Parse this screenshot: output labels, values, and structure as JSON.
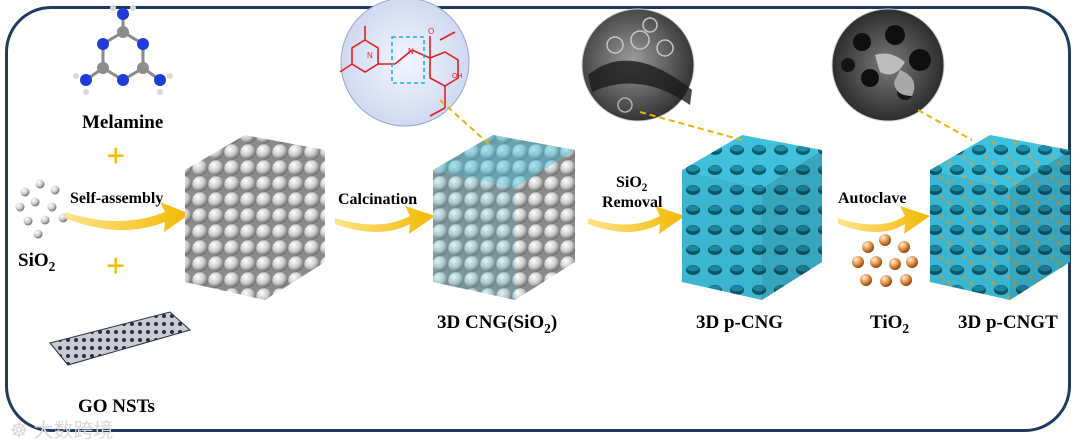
{
  "labels": {
    "melamine": "Melamine",
    "self_assembly": "Self-assembly",
    "sio2_text": "SiO",
    "sio2_sub": "2",
    "go_nsts": "GO NSTs",
    "calcination": "Calcination",
    "cng_sio2_pre": "3D CNG(SiO",
    "cng_sio2_sub": "2",
    "cng_sio2_post": ")",
    "sio2_removal_line1": "SiO",
    "sio2_removal_sub": "2",
    "sio2_removal_line2": "Removal",
    "p_cng": "3D p-CNG",
    "autoclave": "Autoclave",
    "tio2_text": "TiO",
    "tio2_sub": "2",
    "p_cngt": "3D p-CNGT",
    "plus": "+",
    "watermark": "☸ 大数跨境"
  },
  "colors": {
    "frame": "#1f3a5f",
    "arrow": "#f2b800",
    "sphere_grey": "#c8c8c8",
    "cng_cyan": "#3fc1dd",
    "tio2": "#e08a3c",
    "sem_bg": "#3a3a3a",
    "chem_red": "#e02020",
    "callout_dash": "#e6b400"
  }
}
